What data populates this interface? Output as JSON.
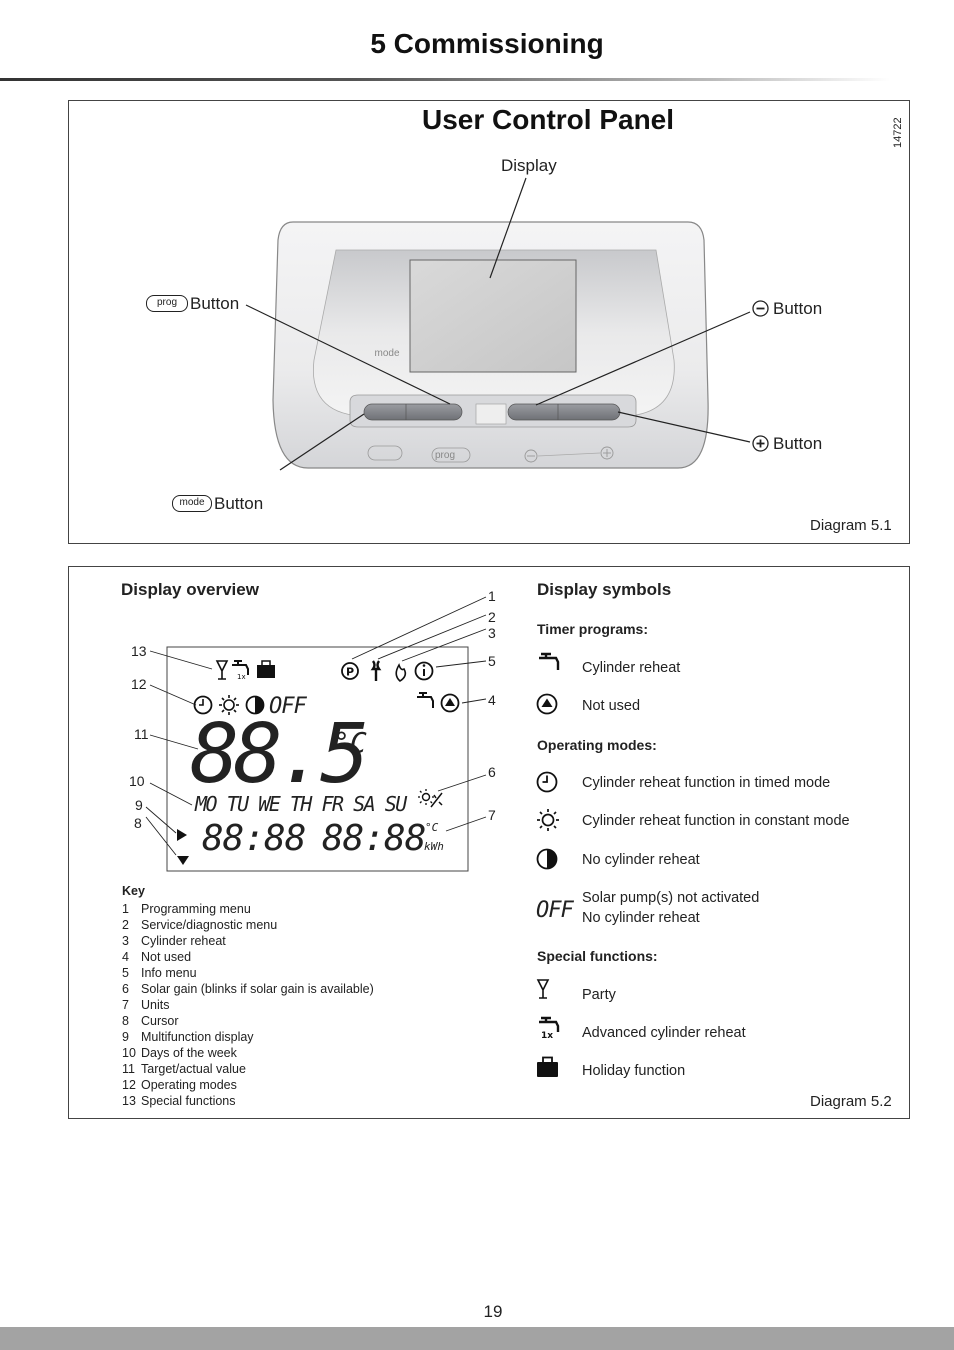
{
  "header": {
    "section_title": "5 Commissioning"
  },
  "diagram1": {
    "title": "User Control Panel",
    "ref_number": "14722",
    "display_label": "Display",
    "prog_label": "Button",
    "minus_label": "Button",
    "plus_label": "Button",
    "mode_label": "Button",
    "mode_key": "mode",
    "prog_key": "prog",
    "caption": "Diagram 5.1"
  },
  "overview": {
    "heading": "Display overview",
    "callouts": [
      "1",
      "2",
      "3",
      "5",
      "4",
      "6",
      "7",
      "13",
      "12",
      "11",
      "10",
      "9",
      "8"
    ],
    "lcd": {
      "off": "OFF",
      "temp": "88.5",
      "unit": "°C",
      "days": "MO TU WE TH FR SA SU",
      "time1": "88:88",
      "time2": "88:88",
      "unit_small": "°C",
      "kwh": "kWh"
    },
    "key_title": "Key",
    "key_items": [
      {
        "n": "1",
        "t": "Programming menu"
      },
      {
        "n": "2",
        "t": "Service/diagnostic menu"
      },
      {
        "n": "3",
        "t": "Cylinder reheat"
      },
      {
        "n": "4",
        "t": "Not used"
      },
      {
        "n": "5",
        "t": "Info menu"
      },
      {
        "n": "6",
        "t": "Solar gain (blinks if solar gain is available)"
      },
      {
        "n": "7",
        "t": "Units"
      },
      {
        "n": "8",
        "t": "Cursor"
      },
      {
        "n": "9",
        "t": "Multifunction display"
      },
      {
        "n": "10",
        "t": "Days of the week"
      },
      {
        "n": "11",
        "t": "Target/actual value"
      },
      {
        "n": "12",
        "t": "Operating modes"
      },
      {
        "n": "13",
        "t": "Special functions"
      }
    ]
  },
  "symbols": {
    "heading": "Display symbols",
    "timer_heading": "Timer programs:",
    "timer": [
      {
        "icon": "tap-icon",
        "text": "Cylinder reheat"
      },
      {
        "icon": "circle-up-icon",
        "text": "Not used"
      }
    ],
    "modes_heading": "Operating modes:",
    "modes": [
      {
        "icon": "clock-icon",
        "text": "Cylinder reheat function in timed mode"
      },
      {
        "icon": "sun-icon",
        "text": "Cylinder reheat function in constant mode"
      },
      {
        "icon": "half-circle-icon",
        "text": "No cylinder reheat"
      },
      {
        "icon": "off-icon",
        "icon_text": "OFF",
        "text": "Solar pump(s) not activated",
        "text2": "No cylinder reheat"
      }
    ],
    "special_heading": "Special functions:",
    "special": [
      {
        "icon": "glass-icon",
        "text": "Party"
      },
      {
        "icon": "tap-1x-icon",
        "text": "Advanced cylinder reheat"
      },
      {
        "icon": "suitcase-icon",
        "text": "Holiday function"
      }
    ],
    "caption": "Diagram 5.2"
  },
  "footer": {
    "page_number": "19"
  }
}
